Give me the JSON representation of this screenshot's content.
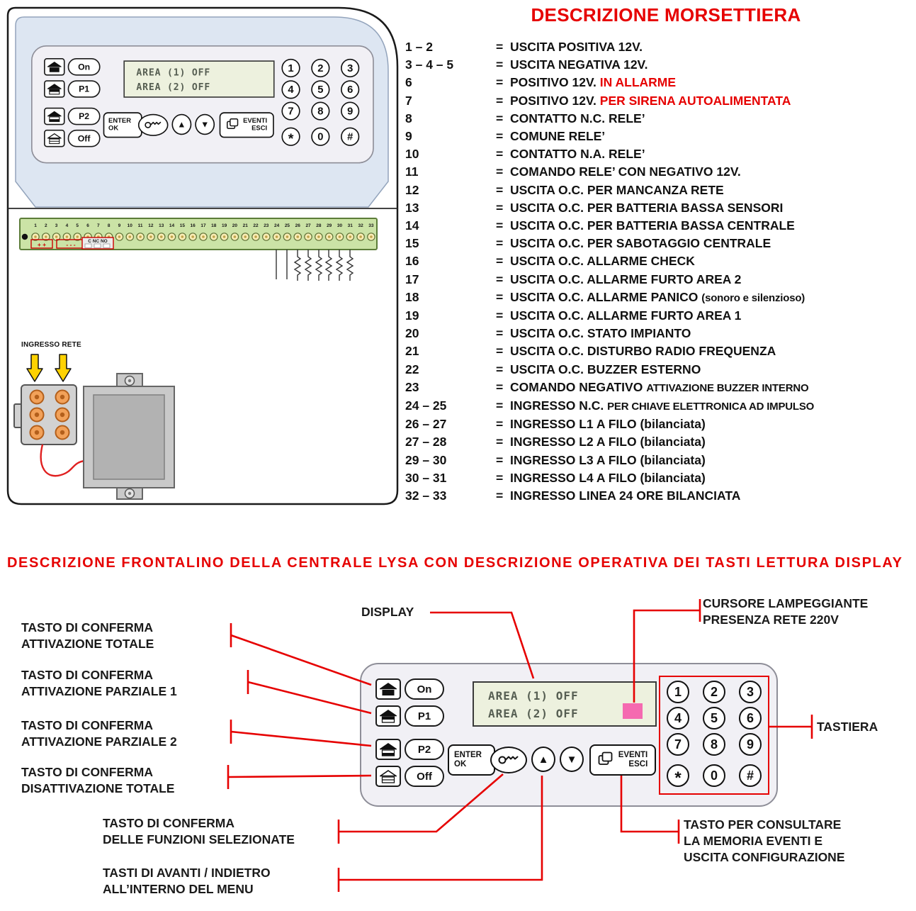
{
  "titles": {
    "morsettiera": "DESCRIZIONE MORSETTIERA",
    "frontalino": "DESCRIZIONE FRONTALINO DELLA CENTRALE LYSA CON DESCRIZIONE OPERATIVA DEI TASTI LETTURA DISPLAY"
  },
  "colors": {
    "accent_red": "#e60000",
    "strip_green": "#cbe3a6",
    "display_green": "#edf1de",
    "cursor_pink": "#f56ab0",
    "arrow_yellow": "#ffd200"
  },
  "keypad": {
    "display_lines": [
      "AREA (1) OFF",
      "AREA (2) OFF"
    ],
    "buttons": [
      {
        "label": "On",
        "icon": "house-total-icon",
        "house": "on"
      },
      {
        "label": "P1",
        "icon": "house-partial1-icon",
        "house": "p1"
      },
      {
        "label": "P2",
        "icon": "house-partial2-icon",
        "house": "p2"
      },
      {
        "label": "Off",
        "icon": "house-off-icon",
        "house": "off"
      }
    ],
    "enter_button": {
      "line1": "ENTER",
      "line2": "OK"
    },
    "eventi_button": {
      "line1": "EVENTI",
      "line2": "ESCI"
    },
    "keys": [
      "1",
      "2",
      "3",
      "4",
      "5",
      "6",
      "7",
      "8",
      "9",
      "*",
      "0",
      "#"
    ]
  },
  "board": {
    "ingresso_rete": "INGRESSO RETE",
    "terminal_count": 33,
    "plus_label": "+ +",
    "minus_label": "- - -",
    "relay_labels": "C NC NO"
  },
  "morsettiera_rows": [
    {
      "n": "1 – 2",
      "parts": [
        {
          "t": "USCITA POSITIVA 12V."
        }
      ]
    },
    {
      "n": "3 – 4 – 5",
      "parts": [
        {
          "t": "USCITA NEGATIVA 12V."
        }
      ]
    },
    {
      "n": "6",
      "parts": [
        {
          "t": "POSITIVO 12V. "
        },
        {
          "t": "IN ALLARME",
          "c": "red"
        }
      ]
    },
    {
      "n": "7",
      "parts": [
        {
          "t": "POSITIVO 12V. "
        },
        {
          "t": "PER SIRENA AUTOALIMENTATA",
          "c": "red"
        }
      ]
    },
    {
      "n": "8",
      "parts": [
        {
          "t": "CONTATTO N.C. RELE’"
        }
      ]
    },
    {
      "n": "9",
      "parts": [
        {
          "t": "COMUNE RELE’"
        }
      ]
    },
    {
      "n": "10",
      "parts": [
        {
          "t": "CONTATTO N.A. RELE’"
        }
      ]
    },
    {
      "n": "11",
      "parts": [
        {
          "t": "COMANDO RELE’ CON NEGATIVO 12V."
        }
      ]
    },
    {
      "n": "12",
      "parts": [
        {
          "t": "USCITA O.C. PER MANCANZA RETE"
        }
      ]
    },
    {
      "n": "13",
      "parts": [
        {
          "t": "USCITA O.C. PER BATTERIA BASSA SENSORI"
        }
      ]
    },
    {
      "n": "14",
      "parts": [
        {
          "t": "USCITA O.C. PER BATTERIA BASSA CENTRALE"
        }
      ]
    },
    {
      "n": "15",
      "parts": [
        {
          "t": "USCITA O.C. PER SABOTAGGIO CENTRALE"
        }
      ]
    },
    {
      "n": "16",
      "parts": [
        {
          "t": "USCITA O.C. ALLARME CHECK"
        }
      ]
    },
    {
      "n": "17",
      "parts": [
        {
          "t": "USCITA O.C. ALLARME FURTO AREA 2"
        }
      ]
    },
    {
      "n": "18",
      "parts": [
        {
          "t": "USCITA O.C. ALLARME PANICO "
        },
        {
          "t": "(sonoro e silenzioso)",
          "c": "narrow"
        }
      ]
    },
    {
      "n": "19",
      "parts": [
        {
          "t": "USCITA O.C. ALLARME FURTO AREA 1"
        }
      ]
    },
    {
      "n": "20",
      "parts": [
        {
          "t": "USCITA O.C. STATO IMPIANTO"
        }
      ]
    },
    {
      "n": "21",
      "parts": [
        {
          "t": "USCITA O.C. DISTURBO RADIO FREQUENZA"
        }
      ]
    },
    {
      "n": "22",
      "parts": [
        {
          "t": "USCITA O.C. BUZZER ESTERNO"
        }
      ]
    },
    {
      "n": "23",
      "parts": [
        {
          "t": "COMANDO NEGATIVO "
        },
        {
          "t": "ATTIVAZIONE BUZZER INTERNO",
          "c": "narrow"
        }
      ]
    },
    {
      "n": "24 – 25",
      "parts": [
        {
          "t": "INGRESSO N.C. "
        },
        {
          "t": "PER CHIAVE ELETTRONICA AD IMPULSO",
          "c": "narrow"
        }
      ]
    },
    {
      "n": "26 – 27",
      "parts": [
        {
          "t": "INGRESSO L1 A FILO (bilanciata)"
        }
      ]
    },
    {
      "n": "27 – 28",
      "parts": [
        {
          "t": "INGRESSO L2 A FILO (bilanciata)"
        }
      ]
    },
    {
      "n": "29 – 30",
      "parts": [
        {
          "t": "INGRESSO L3 A FILO (bilanciata)"
        }
      ]
    },
    {
      "n": "30 – 31",
      "parts": [
        {
          "t": "INGRESSO L4 A FILO (bilanciata)"
        }
      ]
    },
    {
      "n": "32 – 33",
      "parts": [
        {
          "t": "INGRESSO LINEA 24 ORE BILANCIATA"
        }
      ]
    }
  ],
  "callouts": {
    "attivazione_totale": "TASTO DI CONFERMA\nATTIVAZIONE TOTALE",
    "attivazione_parziale1": "TASTO DI CONFERMA\nATTIVAZIONE PARZIALE 1",
    "attivazione_parziale2": "TASTO DI CONFERMA\nATTIVAZIONE PARZIALE 2",
    "disattivazione_totale": "TASTO DI CONFERMA\nDISATTIVAZIONE TOTALE",
    "display": "DISPLAY",
    "cursore": "CURSORE LAMPEGGIANTE\nPRESENZA RETE 220V",
    "tastiera": "TASTIERA",
    "conferma_funzioni": "TASTO DI CONFERMA\nDELLE FUNZIONI SELEZIONATE",
    "avanti_indietro": "TASTI DI AVANTI / INDIETRO\nALL’INTERNO DEL MENU",
    "memoria_eventi": "TASTO PER CONSULTARE\nLA MEMORIA EVENTI E\nUSCITA CONFIGURAZIONE"
  }
}
